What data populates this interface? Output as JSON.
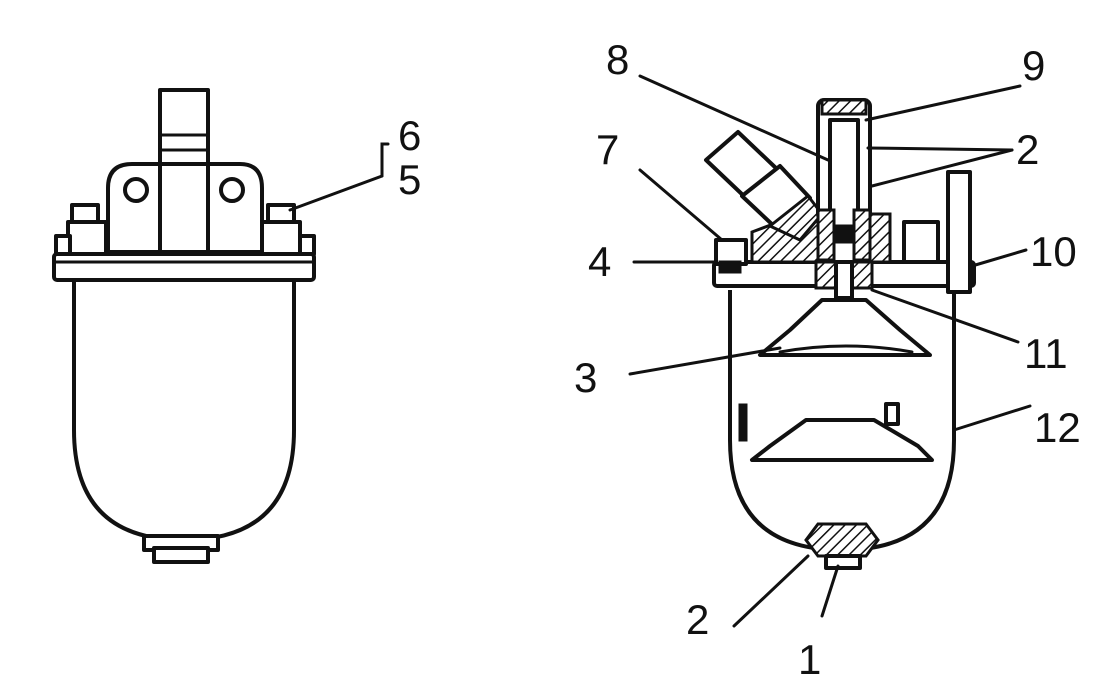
{
  "diagram": {
    "labels": {
      "l1": "1",
      "l2a": "2",
      "l2b": "2",
      "l3": "3",
      "l4": "4",
      "l5": "5",
      "l6": "6",
      "l7": "7",
      "l8": "8",
      "l9": "9",
      "l10": "10",
      "l11": "11",
      "l12": "12"
    }
  }
}
